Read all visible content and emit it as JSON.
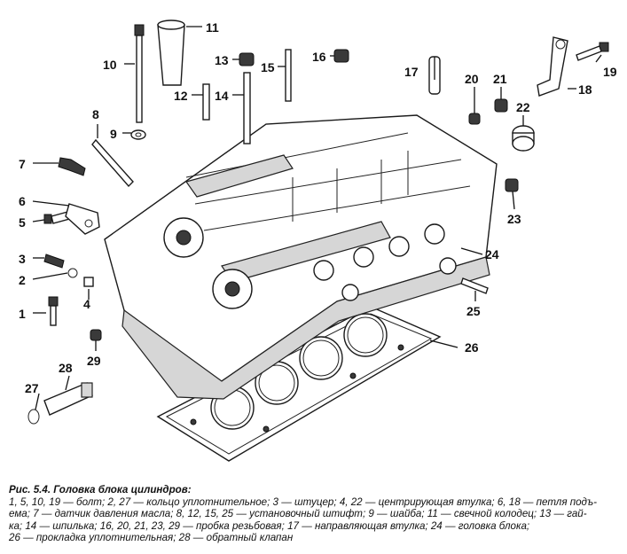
{
  "figure": {
    "callouts": [
      "1",
      "2",
      "3",
      "4",
      "5",
      "6",
      "7",
      "8",
      "9",
      "10",
      "11",
      "12",
      "13",
      "14",
      "15",
      "16",
      "17",
      "18",
      "19",
      "20",
      "21",
      "22",
      "23",
      "24",
      "25",
      "26",
      "27",
      "28",
      "29"
    ]
  },
  "caption": {
    "title": "Рис. 5.4. Головка блока цилиндров:",
    "lines": [
      "1, 5, 10, 19 — болт; 2, 27 — кольцо уплотнительное; 3 — штуцер; 4, 22 — центрирующая втулка; 6, 18 — петля подъ-",
      "ема; 7 — датчик давления масла; 8, 12, 15, 25 — установочный штифт; 9 — шайба; 11 — свечной колодец; 13 — гай-",
      "ка; 14 — шпилька; 16, 20, 21, 23, 29 — пробка резьбовая; 17 — направляющая втулка; 24 — головка блока;",
      "26 — прокладка уплотнительная; 28 — обратный клапан"
    ]
  }
}
